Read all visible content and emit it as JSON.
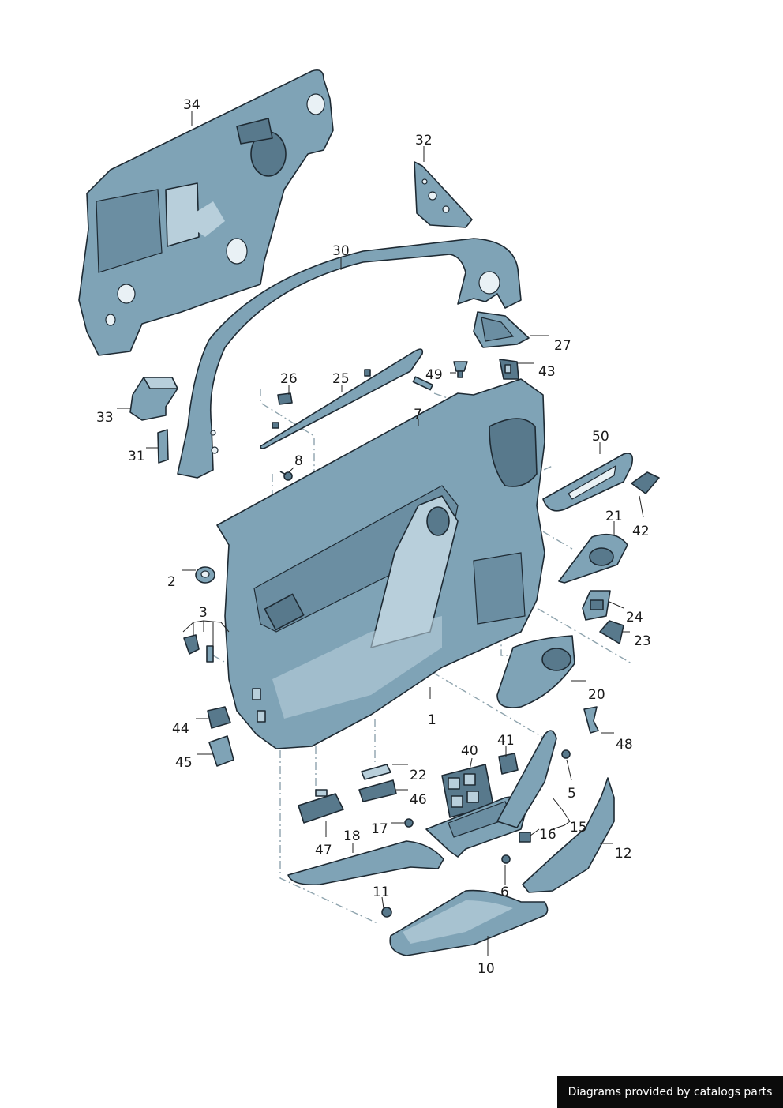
{
  "callouts": {
    "c1": "1",
    "c2": "2",
    "c3": "3",
    "c5": "5",
    "c6": "6",
    "c7": "7",
    "c8": "8",
    "c10": "10",
    "c11": "11",
    "c12": "12",
    "c15": "15",
    "c16": "16",
    "c17": "17",
    "c18": "18",
    "c20": "20",
    "c21": "21",
    "c22": "22",
    "c23": "23",
    "c24": "24",
    "c25": "25",
    "c26": "26",
    "c27": "27",
    "c30": "30",
    "c31": "31",
    "c32": "32",
    "c33": "33",
    "c34": "34",
    "c40": "40",
    "c41": "41",
    "c42": "42",
    "c43": "43",
    "c44": "44",
    "c45": "45",
    "c46": "46",
    "c47": "47",
    "c48": "48",
    "c49": "49",
    "c50": "50"
  },
  "footer": {
    "credit": "Diagrams provided by catalogs parts"
  },
  "colors": {
    "part_fill": "#7fa3b6",
    "part_light": "#b8cfdb",
    "part_dark": "#58798c",
    "outline": "#1e2a33"
  }
}
